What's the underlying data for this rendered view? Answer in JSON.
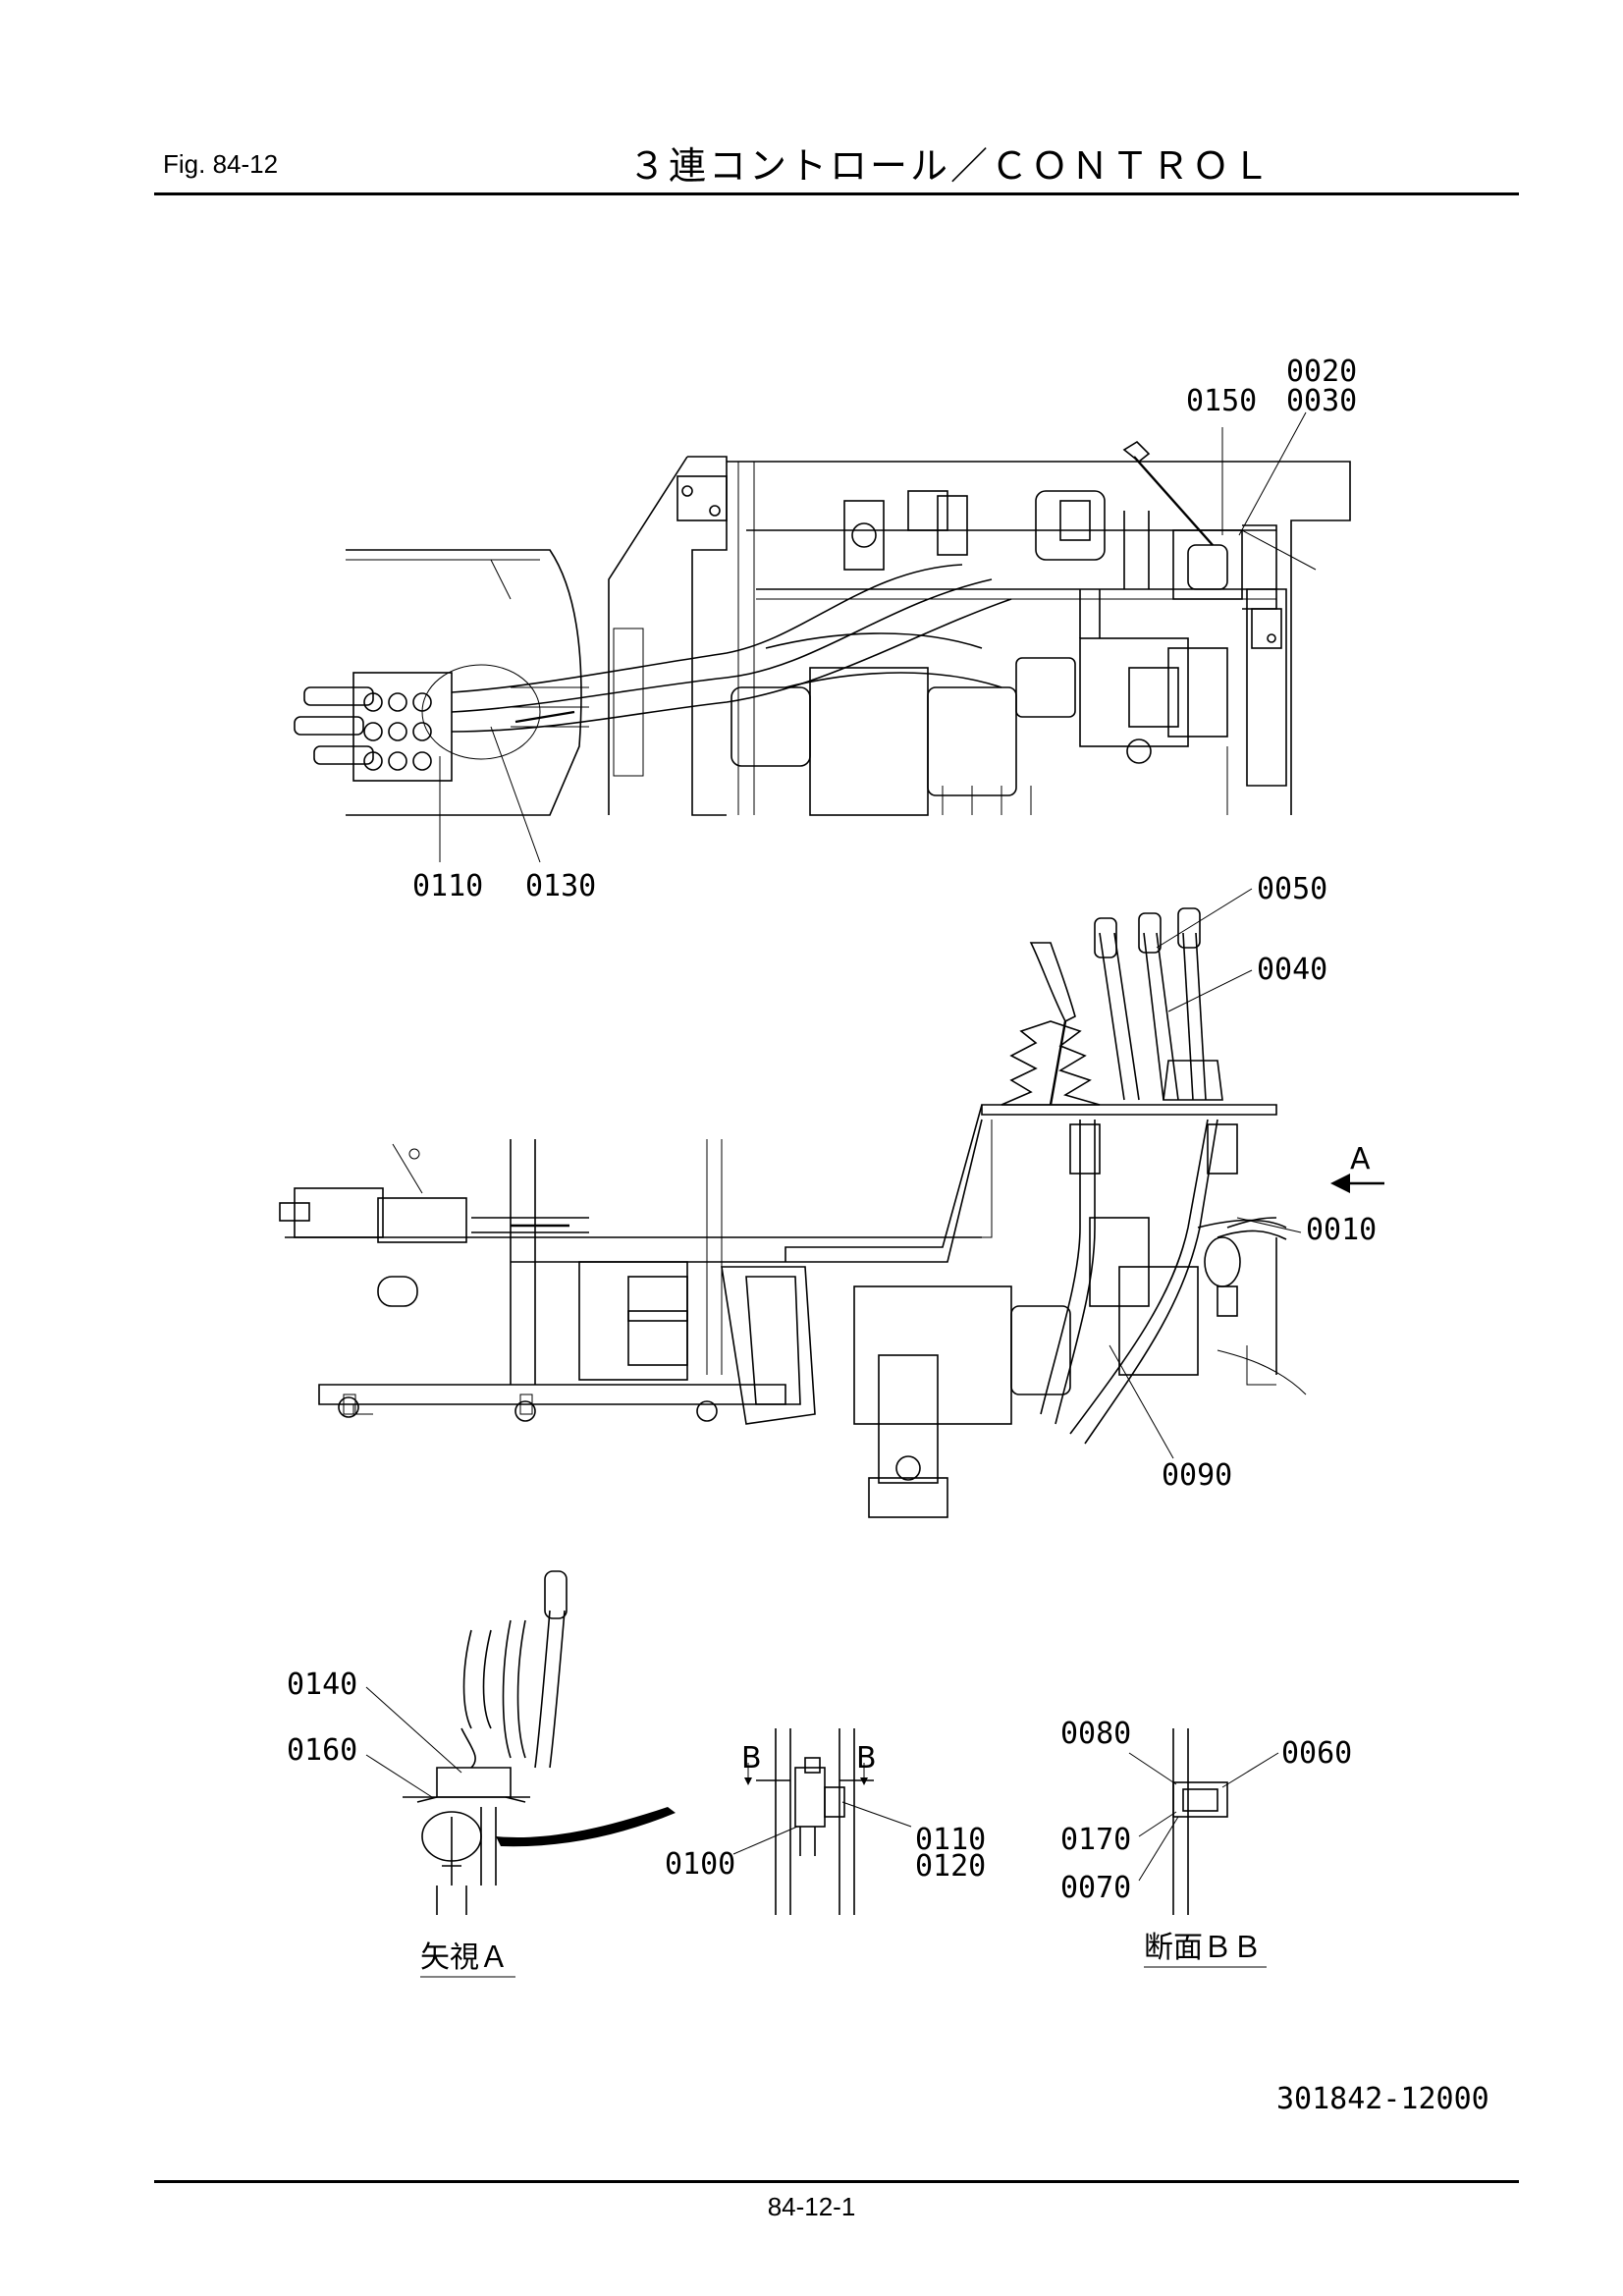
{
  "header": {
    "fig_label": "Fig.  84-12",
    "title": "３連コントロール／ＣＯＮＴＲＯＬ"
  },
  "callouts": {
    "c0020": "0020",
    "c0030": "0030",
    "c0150": "0150",
    "c0110_top": "0110",
    "c0130": "0130",
    "c0050": "0050",
    "c0040": "0040",
    "c0010": "0010",
    "c0090": "0090",
    "c0140": "0140",
    "c0160": "0160",
    "c0100": "0100",
    "c0110_detail": "0110",
    "c0120": "0120",
    "c0080": "0080",
    "c0060": "0060",
    "c0170": "0170",
    "c0070": "0070"
  },
  "view_markers": {
    "arrow_a": "A",
    "section_b_left": "B",
    "section_b_right": "B"
  },
  "captions": {
    "view_a": "矢視Ａ",
    "section_bb": "断面ＢＢ"
  },
  "drawing_number": "301842-12000",
  "footer": {
    "page_number": "84-12-1"
  }
}
